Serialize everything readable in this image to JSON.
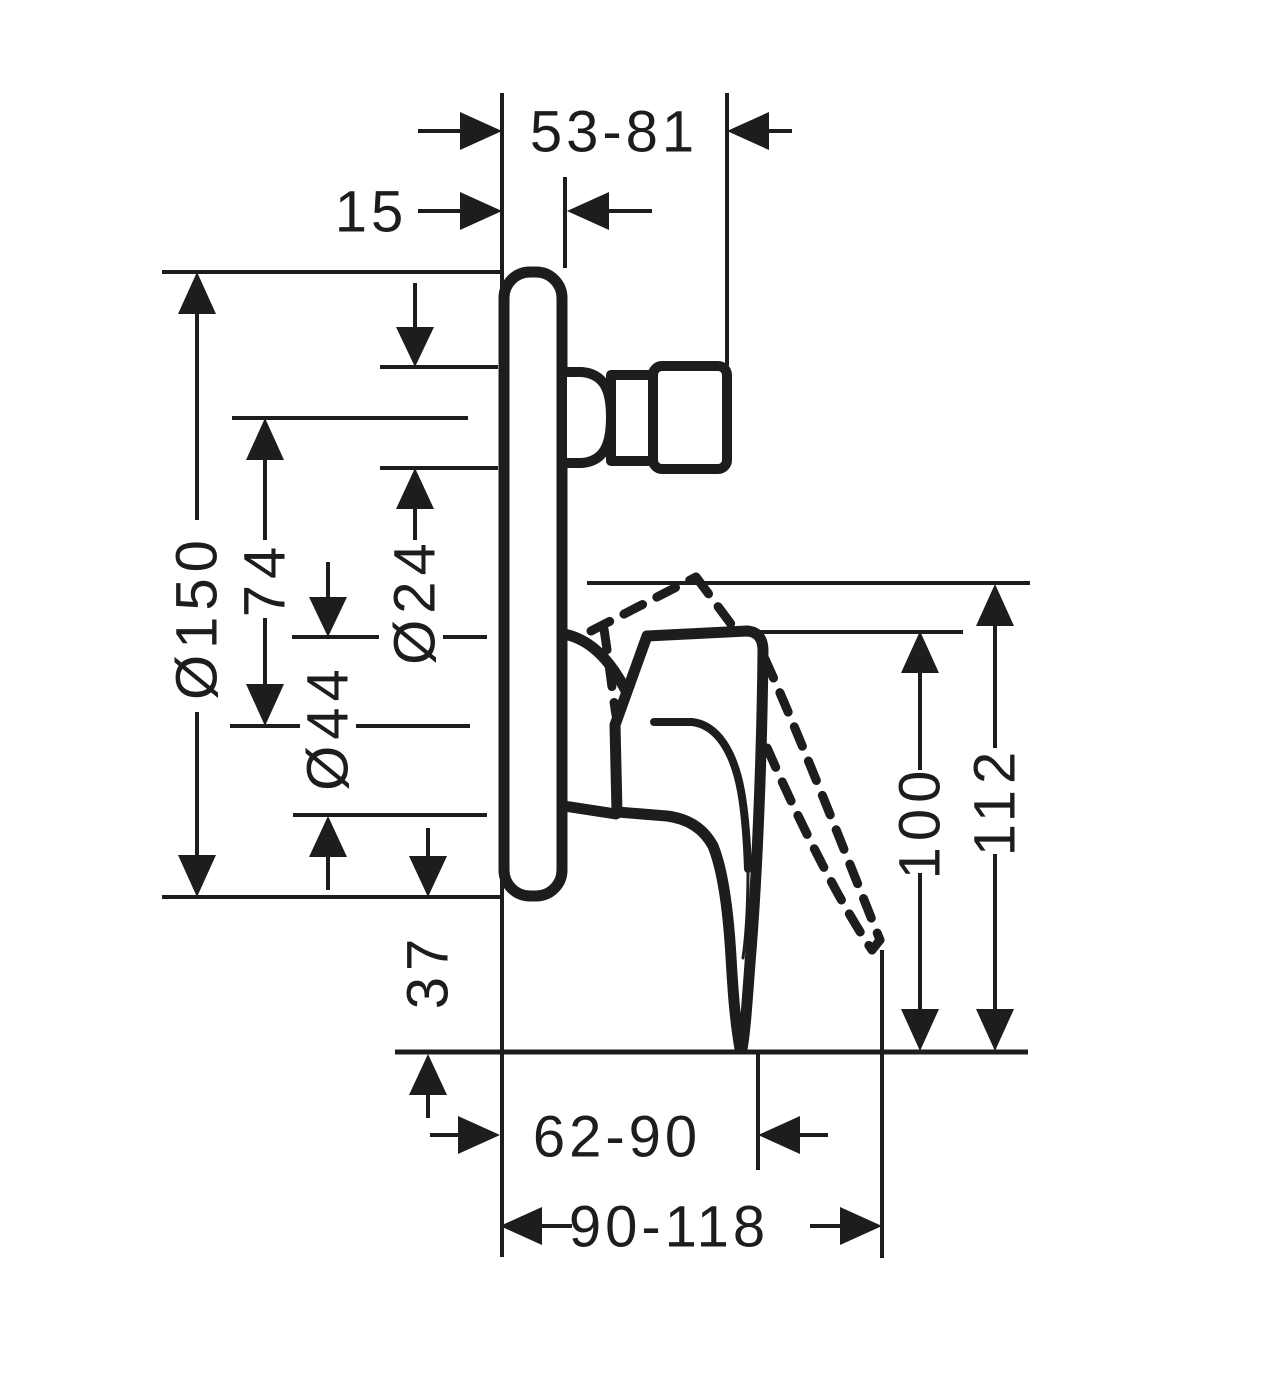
{
  "drawing": {
    "colors": {
      "line": "#1d1d1b",
      "background": "#ffffff"
    },
    "dimensions": {
      "wall_to_spout_face": {
        "label": "53-81"
      },
      "plate_thickness": {
        "label": "15"
      },
      "plate_diameter": {
        "label": "Ø150"
      },
      "spout_to_handle_axis": {
        "label": "74"
      },
      "handle_base_diameter": {
        "label": "Ø44"
      },
      "spout_diameter": {
        "label": "Ø24"
      },
      "handle_height": {
        "label": "100"
      },
      "handle_height_open": {
        "label": "112"
      },
      "plate_to_lever_tip": {
        "label": "37"
      },
      "lever_projection": {
        "label": "62-90"
      },
      "lever_projection_open": {
        "label": "90-118"
      }
    }
  }
}
